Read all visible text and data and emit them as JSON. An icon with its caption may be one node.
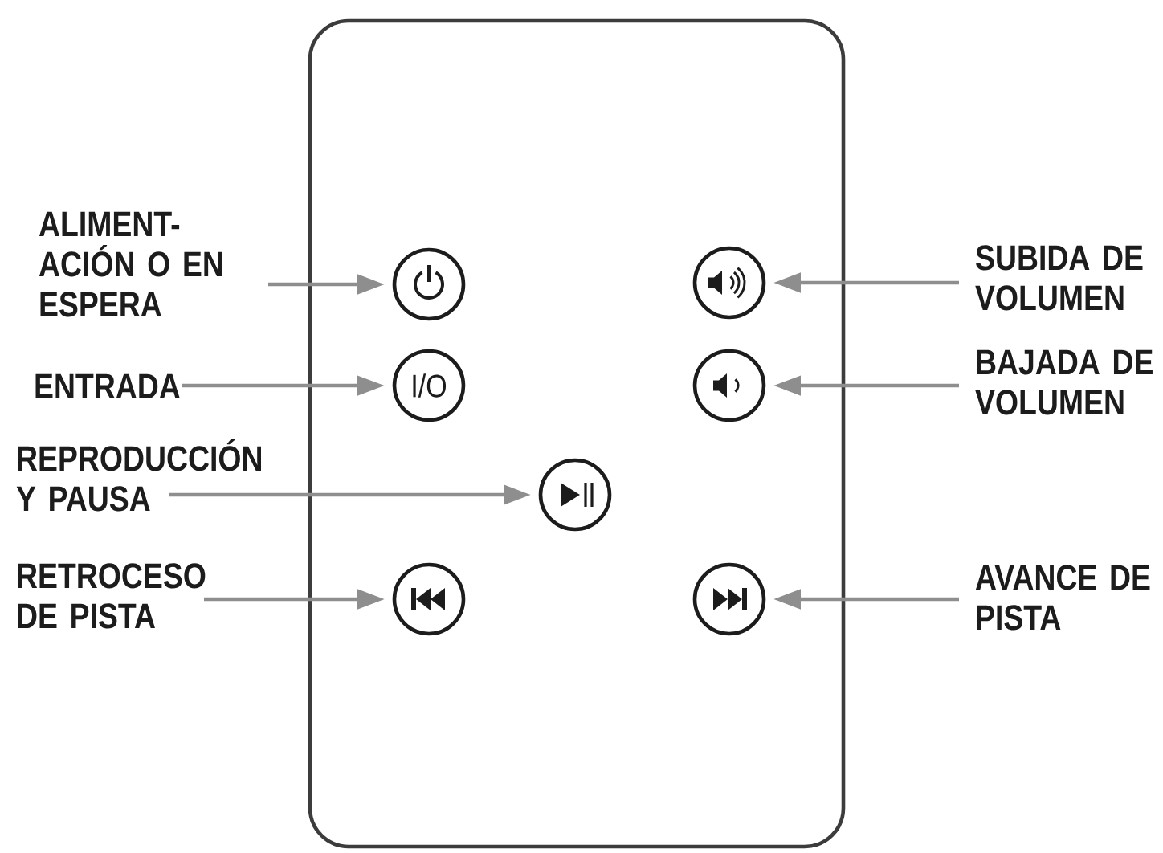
{
  "diagram": {
    "nodes": [
      {
        "text": [],
        "shape": "box"
      },
      {
        "text": [],
        "shape": "circle",
        "in": 0
      },
      {
        "text": [],
        "shape": "circle",
        "in": 0
      },
      {
        "text": [
          "I/O"
        ],
        "in": 0
      },
      {
        "text": [],
        "shape": "circle",
        "in": 0
      },
      {
        "text": [],
        "shape": "circle",
        "in": 0
      },
      {
        "text": [],
        "shape": "circle",
        "in": 0
      },
      {
        "text": [],
        "shape": "circle",
        "in": 0
      },
      {
        "text": [
          "ALIMENT- ACIÓN O EN ESPERA"
        ]
      },
      {
        "text": [
          "SUBIDA DE VOLUMEN"
        ]
      },
      {
        "text": [
          "ENTRADA"
        ]
      },
      {
        "text": [
          "BAJADA DE VOLUMEN"
        ]
      },
      {
        "text": [
          "REPRODUCCIÓN Y PAUSA"
        ]
      },
      {
        "text": [
          "RETROCESO DE PISTA"
        ]
      },
      {
        "text": [
          "AVANCE DE PISTA"
        ]
      }
    ],
    "edges": [
      {
        "from": 8,
        "to": 1,
        "arrow": "to"
      },
      {
        "from": 9,
        "to": 2,
        "arrow": "to"
      },
      {
        "from": 10,
        "to": 3,
        "arrow": "to"
      },
      {
        "from": 11,
        "to": 4,
        "arrow": "to"
      },
      {
        "from": 12,
        "to": 5,
        "arrow": "to"
      },
      {
        "from": 13,
        "to": 6,
        "arrow": "to"
      },
      {
        "from": 14,
        "to": 7,
        "arrow": "to"
      }
    ]
  }
}
